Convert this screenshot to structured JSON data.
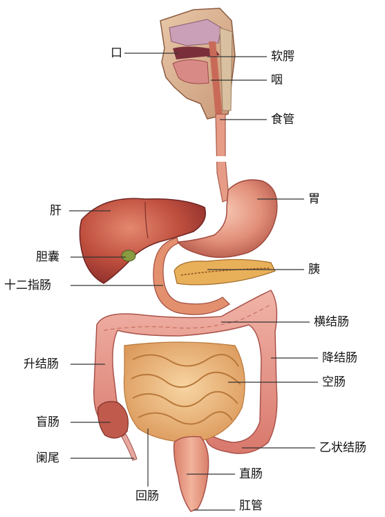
{
  "labels": {
    "mouth": "口",
    "soft_palate": "软腭",
    "pharynx": "咽",
    "esophagus": "食管",
    "stomach": "胃",
    "liver": "肝",
    "gallbladder": "胆囊",
    "duodenum": "十二指肠",
    "pancreas": "胰",
    "transverse_colon": "横结肠",
    "ascending_colon": "升结肠",
    "descending_colon": "降结肠",
    "jejunum": "空肠",
    "cecum": "盲肠",
    "appendix": "阑尾",
    "sigmoid_colon": "乙状结肠",
    "rectum": "直肠",
    "ileum": "回肠",
    "anus": "肛管"
  },
  "colors": {
    "organ": "#d9735a",
    "organ_dark": "#a8443a",
    "liver": "#b7473f",
    "intestine": "#e8b070",
    "colon": "#e7938a",
    "leader": "#333333"
  }
}
